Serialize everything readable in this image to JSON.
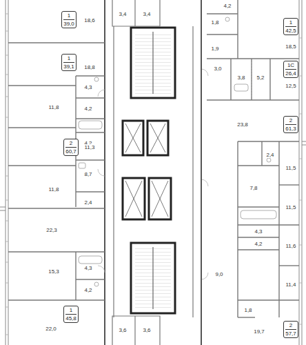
{
  "diagram": {
    "nodes": [
      {
        "text": [
          "1",
          "39,0"
        ]
      },
      {
        "text": [
          "1",
          "39,1"
        ]
      },
      {
        "text": [
          "2",
          "60,7"
        ]
      },
      {
        "text": [
          "1",
          "45,8"
        ]
      },
      {
        "text": [
          "1",
          "42,5"
        ]
      },
      {
        "text": [
          "1С",
          "26,4"
        ]
      },
      {
        "text": [
          "2",
          "61,3"
        ]
      },
      {
        "text": [
          "2",
          "57,7"
        ]
      }
    ],
    "labels": [
      "18,6",
      "18,8",
      "4,3",
      "11,8",
      "4,2",
      "4,2",
      "11,3",
      "8,7",
      "11,8",
      "2,4",
      "22,3",
      "15,3",
      "4,3",
      "4,2",
      "22,0",
      "3,4",
      "3,4",
      "3,6",
      "3,6",
      "4,2",
      "1,8",
      "18,5",
      "1,9",
      "3,0",
      "3,8",
      "5,2",
      "12,5",
      "23,8",
      "2,4",
      "11,5",
      "7,8",
      "11,5",
      "4,3",
      "4,2",
      "11,6",
      "9,0",
      "11,4",
      "1,8",
      "19,7"
    ]
  }
}
